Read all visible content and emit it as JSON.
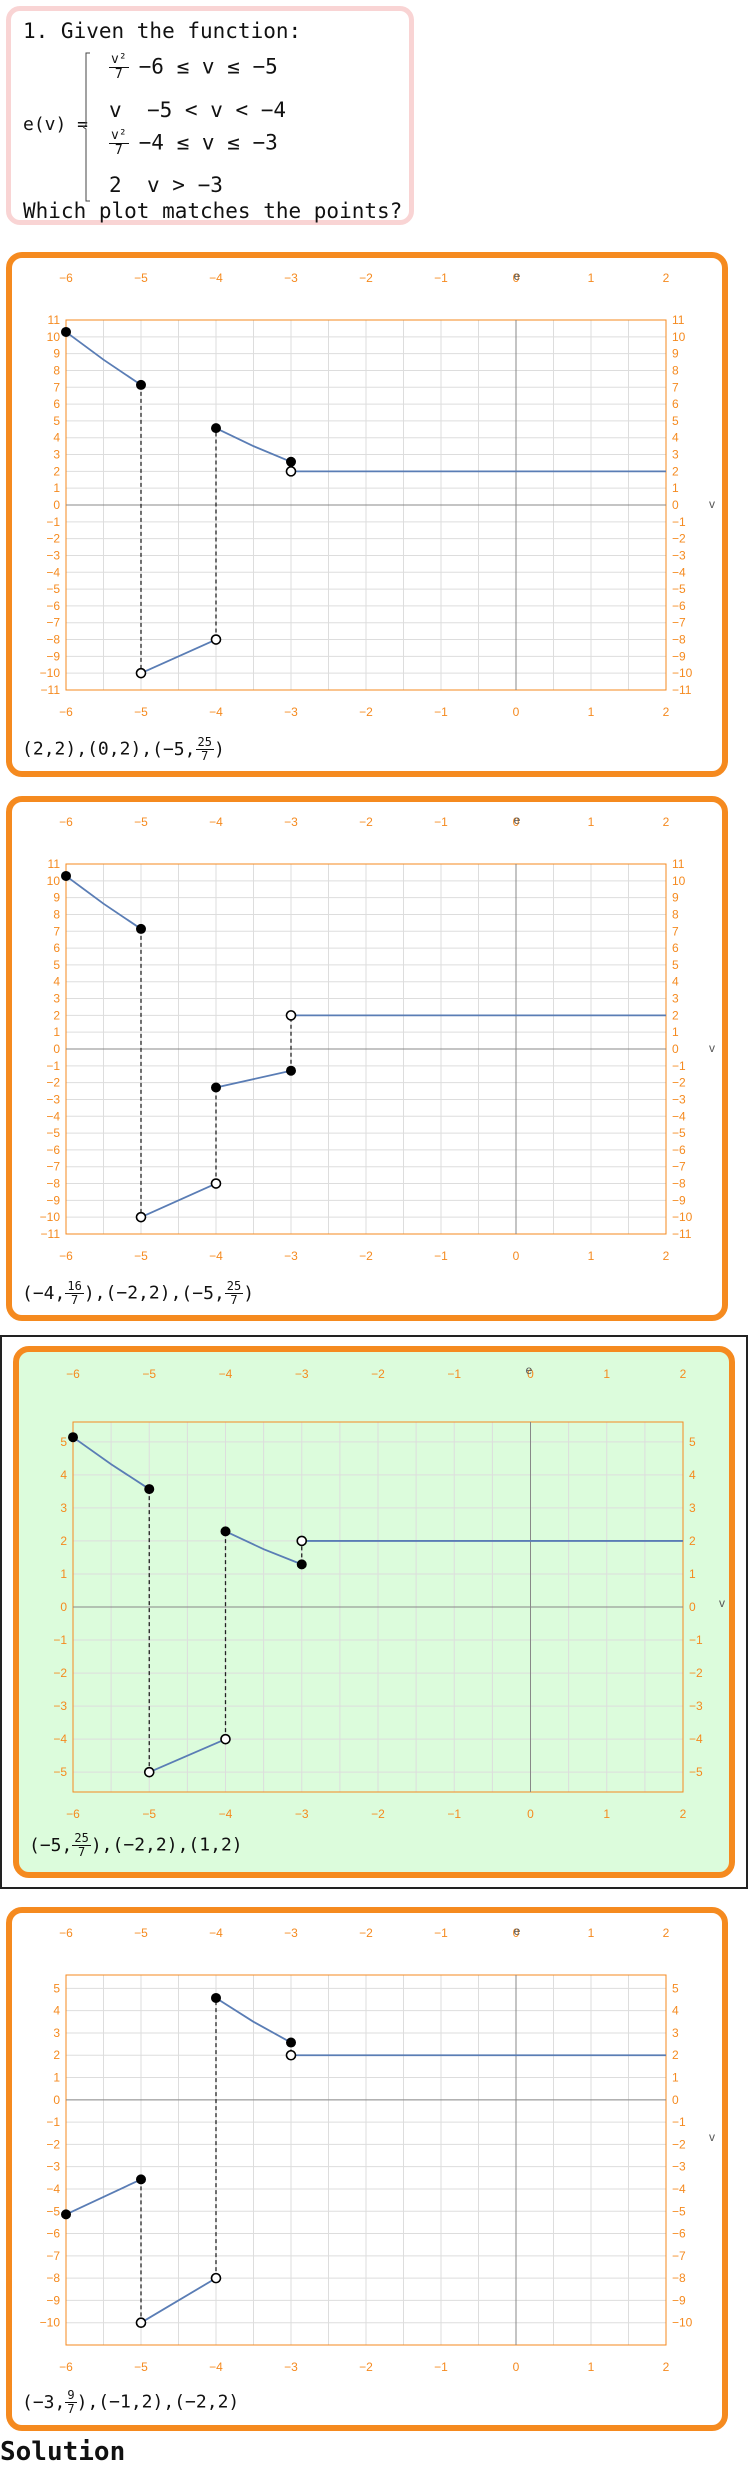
{
  "question": {
    "title": "1. Given the function:",
    "function_name": "e(v) =",
    "cases": [
      {
        "expr_num": "v²",
        "expr_den": "7",
        "cond": "−6 ≤ v ≤ −5"
      },
      {
        "expr": "v",
        "cond": "−5 < v < −4"
      },
      {
        "expr_num": "v²",
        "expr_den": "7",
        "cond": "−4 ≤ v ≤ −3"
      },
      {
        "expr": "2",
        "cond": "v > −3"
      }
    ],
    "prompt": "Which plot matches the points?"
  },
  "chart_data": [
    {
      "type": "line",
      "x_name": "v",
      "y_name": "e",
      "xlim": [
        -6,
        2
      ],
      "ylim": [
        -11,
        11
      ],
      "x_ticks": [
        -6,
        -5,
        -4,
        -3,
        -2,
        -1,
        0,
        1,
        2
      ],
      "y_ticks": [
        -11,
        -10,
        -9,
        -8,
        -7,
        -6,
        -5,
        -4,
        -3,
        -2,
        -1,
        0,
        1,
        2,
        3,
        4,
        5,
        6,
        7,
        8,
        9,
        10,
        11
      ],
      "segments": [
        {
          "points": [
            [
              -6,
              10.29
            ],
            [
              -5.5,
              8.64
            ],
            [
              -5,
              7.14
            ]
          ]
        },
        {
          "points": [
            [
              -5,
              -10
            ],
            [
              -4,
              -8
            ]
          ]
        },
        {
          "points": [
            [
              -4,
              4.57
            ],
            [
              -3.5,
              3.5
            ],
            [
              -3,
              2.57
            ]
          ]
        },
        {
          "points": [
            [
              -3,
              2
            ],
            [
              2,
              2
            ]
          ]
        }
      ],
      "dashed": [
        [
          [
            -5,
            7.14
          ],
          [
            -5,
            -10
          ]
        ],
        [
          [
            -4,
            -8
          ],
          [
            -4,
            4.57
          ]
        ],
        [
          [
            -3,
            2.57
          ],
          [
            -3,
            2
          ]
        ]
      ],
      "filled_points": [
        [
          -6,
          10.29
        ],
        [
          -5,
          7.14
        ],
        [
          -4,
          4.57
        ],
        [
          -3,
          2.57
        ]
      ],
      "open_points": [
        [
          -5,
          -10
        ],
        [
          -4,
          -8
        ],
        [
          -3,
          2
        ]
      ],
      "answer": [
        [
          "2",
          "2"
        ],
        [
          "0",
          "2"
        ],
        [
          "-5",
          "25/7"
        ]
      ]
    },
    {
      "type": "line",
      "x_name": "v",
      "y_name": "e",
      "xlim": [
        -6,
        2
      ],
      "ylim": [
        -11,
        11
      ],
      "x_ticks": [
        -6,
        -5,
        -4,
        -3,
        -2,
        -1,
        0,
        1,
        2
      ],
      "y_ticks": [
        -11,
        -10,
        -9,
        -8,
        -7,
        -6,
        -5,
        -4,
        -3,
        -2,
        -1,
        0,
        1,
        2,
        3,
        4,
        5,
        6,
        7,
        8,
        9,
        10,
        11
      ],
      "segments": [
        {
          "points": [
            [
              -6,
              10.29
            ],
            [
              -5.5,
              8.64
            ],
            [
              -5,
              7.14
            ]
          ]
        },
        {
          "points": [
            [
              -5,
              -10
            ],
            [
              -4,
              -8
            ]
          ]
        },
        {
          "points": [
            [
              -4,
              -2.29
            ],
            [
              -3,
              -1.29
            ]
          ]
        },
        {
          "points": [
            [
              -3,
              2
            ],
            [
              2,
              2
            ]
          ]
        }
      ],
      "dashed": [
        [
          [
            -5,
            7.14
          ],
          [
            -5,
            -10
          ]
        ],
        [
          [
            -4,
            -8
          ],
          [
            -4,
            -2.29
          ]
        ],
        [
          [
            -3,
            -1.29
          ],
          [
            -3,
            2
          ]
        ]
      ],
      "filled_points": [
        [
          -6,
          10.29
        ],
        [
          -5,
          7.14
        ],
        [
          -4,
          -2.29
        ],
        [
          -3,
          -1.29
        ]
      ],
      "open_points": [
        [
          -5,
          -10
        ],
        [
          -4,
          -8
        ],
        [
          -3,
          2
        ]
      ],
      "answer": [
        [
          "-4",
          "16/7"
        ],
        [
          "-2",
          "2"
        ],
        [
          "-5",
          "25/7"
        ]
      ]
    },
    {
      "type": "line",
      "x_name": "v",
      "y_name": "e",
      "xlim": [
        -6,
        2
      ],
      "ylim": [
        -5.6,
        5.6
      ],
      "x_ticks": [
        -6,
        -5,
        -4,
        -3,
        -2,
        -1,
        0,
        1,
        2
      ],
      "y_ticks": [
        -5,
        -4,
        -3,
        -2,
        -1,
        0,
        1,
        2,
        3,
        4,
        5
      ],
      "segments": [
        {
          "points": [
            [
              -6,
              5.14
            ],
            [
              -5.5,
              4.32
            ],
            [
              -5,
              3.57
            ]
          ]
        },
        {
          "points": [
            [
              -5,
              -5
            ],
            [
              -4,
              -4
            ]
          ]
        },
        {
          "points": [
            [
              -4,
              2.29
            ],
            [
              -3.5,
              1.75
            ],
            [
              -3,
              1.29
            ]
          ]
        },
        {
          "points": [
            [
              -3,
              2
            ],
            [
              2,
              2
            ]
          ]
        }
      ],
      "dashed": [
        [
          [
            -5,
            3.57
          ],
          [
            -5,
            -5
          ]
        ],
        [
          [
            -4,
            -4
          ],
          [
            -4,
            2.29
          ]
        ],
        [
          [
            -3,
            1.29
          ],
          [
            -3,
            2
          ]
        ]
      ],
      "filled_points": [
        [
          -6,
          5.14
        ],
        [
          -5,
          3.57
        ],
        [
          -4,
          2.29
        ],
        [
          -3,
          1.29
        ]
      ],
      "open_points": [
        [
          -5,
          -5
        ],
        [
          -4,
          -4
        ],
        [
          -3,
          2
        ]
      ],
      "answer": [
        [
          "-5",
          "25/7"
        ],
        [
          "-2",
          "2"
        ],
        [
          "1",
          "2"
        ]
      ]
    },
    {
      "type": "line",
      "x_name": "v",
      "y_name": "e",
      "xlim": [
        -6,
        2
      ],
      "ylim": [
        -11,
        5.6
      ],
      "x_ticks": [
        -6,
        -5,
        -4,
        -3,
        -2,
        -1,
        0,
        1,
        2
      ],
      "y_ticks": [
        -10,
        -9,
        -8,
        -7,
        -6,
        -5,
        -4,
        -3,
        -2,
        -1,
        0,
        1,
        2,
        3,
        4,
        5
      ],
      "segments": [
        {
          "points": [
            [
              -6,
              -5.14
            ],
            [
              -5,
              -3.57
            ]
          ]
        },
        {
          "points": [
            [
              -5,
              -10
            ],
            [
              -4,
              -8
            ]
          ]
        },
        {
          "points": [
            [
              -4,
              4.57
            ],
            [
              -3.5,
              3.5
            ],
            [
              -3,
              2.57
            ]
          ]
        },
        {
          "points": [
            [
              -3,
              2
            ],
            [
              2,
              2
            ]
          ]
        }
      ],
      "dashed": [
        [
          [
            -5,
            -3.57
          ],
          [
            -5,
            -10
          ]
        ],
        [
          [
            -4,
            -8
          ],
          [
            -4,
            4.57
          ]
        ],
        [
          [
            -3,
            2.57
          ],
          [
            -3,
            2
          ]
        ]
      ],
      "filled_points": [
        [
          -6,
          -5.14
        ],
        [
          -5,
          -3.57
        ],
        [
          -4,
          4.57
        ],
        [
          -3,
          2.57
        ]
      ],
      "open_points": [
        [
          -5,
          -10
        ],
        [
          -4,
          -8
        ],
        [
          -3,
          2
        ]
      ],
      "answer": [
        [
          "-3",
          "9/7"
        ],
        [
          "-1",
          "2"
        ],
        [
          "-2",
          "2"
        ]
      ]
    }
  ],
  "colors": {
    "frame": "#f58a1f",
    "tick_label": "#f58a1f",
    "curve": "#5a7db5",
    "highlight_bg": "#dcfcdc",
    "question_border": "#f9d4d4",
    "grid": "#dddddd"
  },
  "solution_label": "Solution"
}
